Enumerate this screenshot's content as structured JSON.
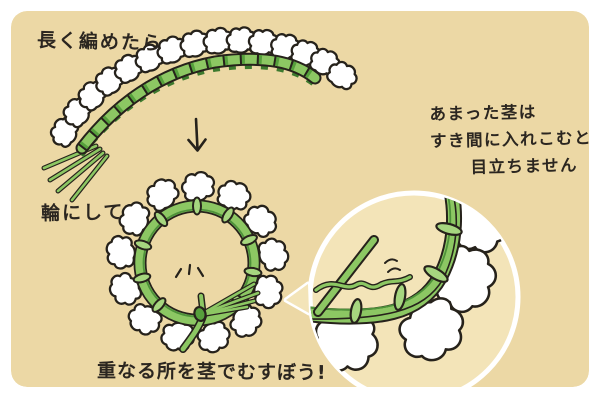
{
  "labels": {
    "step1": "長く編めたら",
    "step2": "輪にして",
    "step3": "重なる所を茎でむすぼう!",
    "tip": {
      "line1": "あまった茎は",
      "line2": "すき間に入れこむと",
      "line3": "目立ちません"
    }
  },
  "icons": {
    "down_arrow": "↓",
    "emphasis_marks": "＼'／",
    "tuck_squiggle": "≈"
  },
  "colors": {
    "page_margin": "#ffffff",
    "card_bg": "#ecd8a5",
    "bubble_bg": "#f3e4b8",
    "bubble_rim": "#ffffff",
    "ink": "#26221b",
    "stem_green": "#8cc763",
    "stem_green_light": "#a6d67f",
    "stem_green_dark": "#4e923a",
    "flower_white": "#ffffff"
  }
}
